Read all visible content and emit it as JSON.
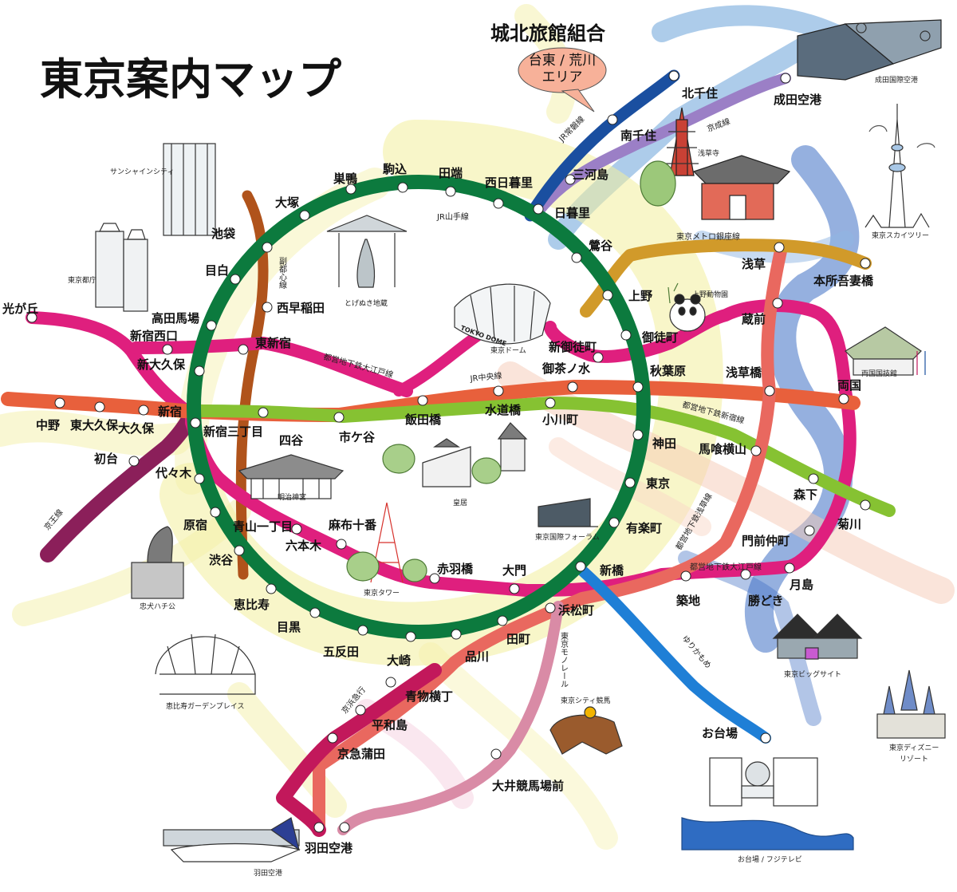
{
  "title": "東京案内マップ",
  "association": {
    "name": "城北旅館組合",
    "area_line1": "台東 / 荒川",
    "area_line2": "エリア"
  },
  "lines": {
    "yamanote": "JR山手線",
    "joban": "JR常磐線",
    "keisei": "京成線",
    "chuo": "JR中央線",
    "ginza": "東京メトロ銀座線",
    "oedo_north": "都営地下鉄大江戸線",
    "oedo_south": "都営地下鉄大江戸線",
    "shinjuku": "都営地下鉄新宿線",
    "asakusa": "都営地下鉄浅草線",
    "fukutoshin": "副都心線",
    "keio": "京王線",
    "keikyu": "京浜急行",
    "monorail": "東京モノレール",
    "yurikamome": "ゆりかもめ"
  },
  "stations": {
    "kitasenju": "北千住",
    "narita": "成田空港",
    "minamisenju": "南千住",
    "mikawashima": "三河島",
    "nippori": "日暮里",
    "nishinippori": "西日暮里",
    "tabata": "田端",
    "komagome": "駒込",
    "sugamo": "巣鴨",
    "otsuka": "大塚",
    "ikebukuro": "池袋",
    "mejiro": "目白",
    "nishiwaseda": "西早稲田",
    "takadanobaba": "高田馬場",
    "higashishinjuku": "東新宿",
    "uguisudani": "鶯谷",
    "ueno": "上野",
    "asakusa": "浅草",
    "honjoazumabashi": "本所吾妻橋",
    "kuramae": "蔵前",
    "okachimachi": "御徒町",
    "shinokachimachi": "新御徒町",
    "akihabara": "秋葉原",
    "asakusabashi": "浅草橋",
    "ryogoku": "両国",
    "hikarigaoka": "光が丘",
    "shinjukunishiguchi": "新宿西口",
    "shinokubo": "新大久保",
    "ochanomizu": "御茶ノ水",
    "nakano": "中野",
    "higashinakano": "東大久保",
    "okubo": "大久保",
    "shinjuku": "新宿",
    "shinjukusanchome": "新宿三丁目",
    "yotsuya": "四谷",
    "ichigaya": "市ケ谷",
    "iidabashi": "飯田橋",
    "suidobashi": "水道橋",
    "ogawamachi": "小川町",
    "kanda": "神田",
    "bakuroyokoyama": "馬喰横山",
    "morishita": "森下",
    "kikukawa": "菊川",
    "hatsudai": "初台",
    "yoyogi": "代々木",
    "tokyo": "東京",
    "harajuku": "原宿",
    "aoyamaitchome": "青山一丁目",
    "azabujuban": "麻布十番",
    "roppongi": "六本木",
    "yurakucho": "有楽町",
    "monzennakacho": "門前仲町",
    "shibuya": "渋谷",
    "akabanebashi": "赤羽橋",
    "daimon": "大門",
    "shimbashi": "新橋",
    "tsukishima": "月島",
    "tsukiji": "築地",
    "kachidoki": "勝どき",
    "ebisu": "恵比寿",
    "hamamatsucho": "浜松町",
    "meguro": "目黒",
    "tamachi": "田町",
    "gotanda": "五反田",
    "osaki": "大崎",
    "shinagawa": "品川",
    "aomonoyokocho": "青物横丁",
    "heiwajima": "平和島",
    "keikyukamata": "京急蒲田",
    "odaiba": "お台場",
    "oikeibajomae": "大井競馬場前",
    "haneda": "羽田空港"
  },
  "landmarks": {
    "narita_airport": "成田国際空港",
    "sensoji": "浅草寺",
    "skytree": "東京スカイツリー",
    "sunshine": "サンシャインシティ",
    "togenuki": "とげぬき地蔵",
    "tokyo_dome_sign": "TOKYO DOME",
    "tokyo_dome": "東京ドーム",
    "ueno_zoo": "上野動物園",
    "metropolitan_gov": "東京都庁",
    "kokugikan": "両国国技館",
    "meiji_jingu": "明治神宮",
    "imperial_palace": "皇居",
    "forum": "東京国際フォーラム",
    "hachiko": "忠犬ハチ公",
    "tokyo_tower": "東京タワー",
    "big_sight": "東京ビッグサイト",
    "ebisu_garden": "恵比寿ガーデンプレイス",
    "city_keiba": "東京シティ競馬",
    "disney": "東京ディズニー",
    "disney2": "リゾート",
    "odaiba_fuji": "お台場 / フジテレビ",
    "haneda_airport": "羽田空港"
  },
  "colors": {
    "yamanote": "#0c7a3e",
    "joban": "#1a4fa0",
    "keisei": "#9b7fc6",
    "ginza": "#d19a2a",
    "oedo": "#df1f7e",
    "shinjuku_line": "#86c232",
    "chuo": "#e8603c",
    "asakusa_line": "#e9685f",
    "fukutoshin": "#b0531b",
    "keio": "#8b1f5a",
    "keikyu": "#c2185b",
    "monorail": "#d98ba6",
    "yurikamome": "#1f7fd6",
    "river": "#3e6fc4"
  }
}
